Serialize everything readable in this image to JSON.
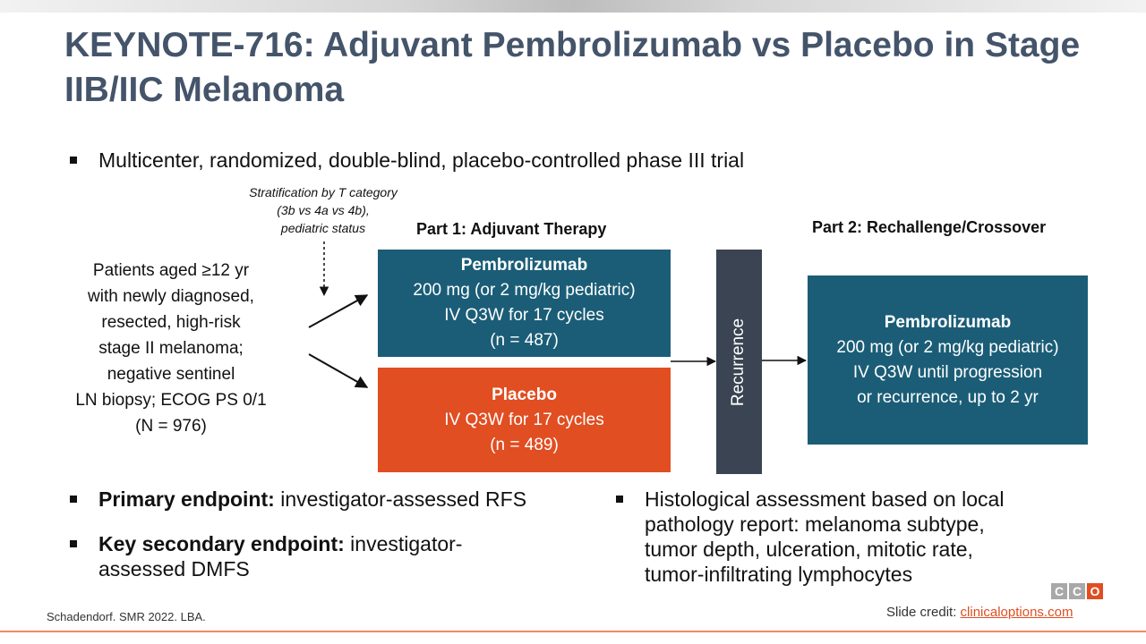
{
  "title": "KEYNOTE-716: Adjuvant Pembrolizumab vs Placebo in Stage IIB/IIC Melanoma",
  "top_bullet": "Multicenter, randomized, double-blind, placebo-controlled phase III trial",
  "stratification": [
    "Stratification by T category",
    "(3b vs 4a vs 4b),",
    "pediatric status"
  ],
  "patients": [
    "Patients aged ≥12 yr",
    "with newly diagnosed,",
    "resected, high-risk",
    "stage II melanoma;",
    "negative sentinel",
    "LN biopsy; ECOG PS 0/1",
    "(N = 976)"
  ],
  "part1_header": "Part 1: Adjuvant Therapy",
  "part2_header": "Part 2: Rechallenge/Crossover",
  "pembro_arm": {
    "name": "Pembrolizumab",
    "lines": [
      "200 mg (or 2 mg/kg pediatric)",
      "IV Q3W for 17 cycles",
      "(n = 487)"
    ]
  },
  "placebo_arm": {
    "name": "Placebo",
    "lines": [
      "IV Q3W for 17 cycles",
      "(n = 489)"
    ]
  },
  "recurrence_label": "Recurrence",
  "rechallenge": {
    "name": "Pembrolizumab",
    "lines": [
      "200 mg (or 2 mg/kg pediatric)",
      "IV Q3W until progression",
      "or recurrence, up to 2 yr"
    ]
  },
  "bullets_left": [
    {
      "bold": "Primary endpoint:",
      "text": " investigator-assessed RFS"
    },
    {
      "bold": "Key secondary endpoint:",
      "text": " investigator-",
      "text2": "assessed DMFS"
    }
  ],
  "bullet_right": [
    "Histological assessment based on local",
    "pathology report: melanoma subtype,",
    "tumor depth, ulceration, mitotic rate,",
    "tumor-infiltrating lymphocytes"
  ],
  "reference": "Schadendorf. SMR 2022. LBA.",
  "credit_prefix": "Slide credit: ",
  "credit_link": "clinicaloptions.com",
  "logo_letters": [
    "C",
    "C",
    "O"
  ],
  "colors": {
    "title": "#44546a",
    "pembro": "#1b5d77",
    "placebo": "#e04e22",
    "recurrence": "#3a4452",
    "accent": "#e04e22"
  }
}
